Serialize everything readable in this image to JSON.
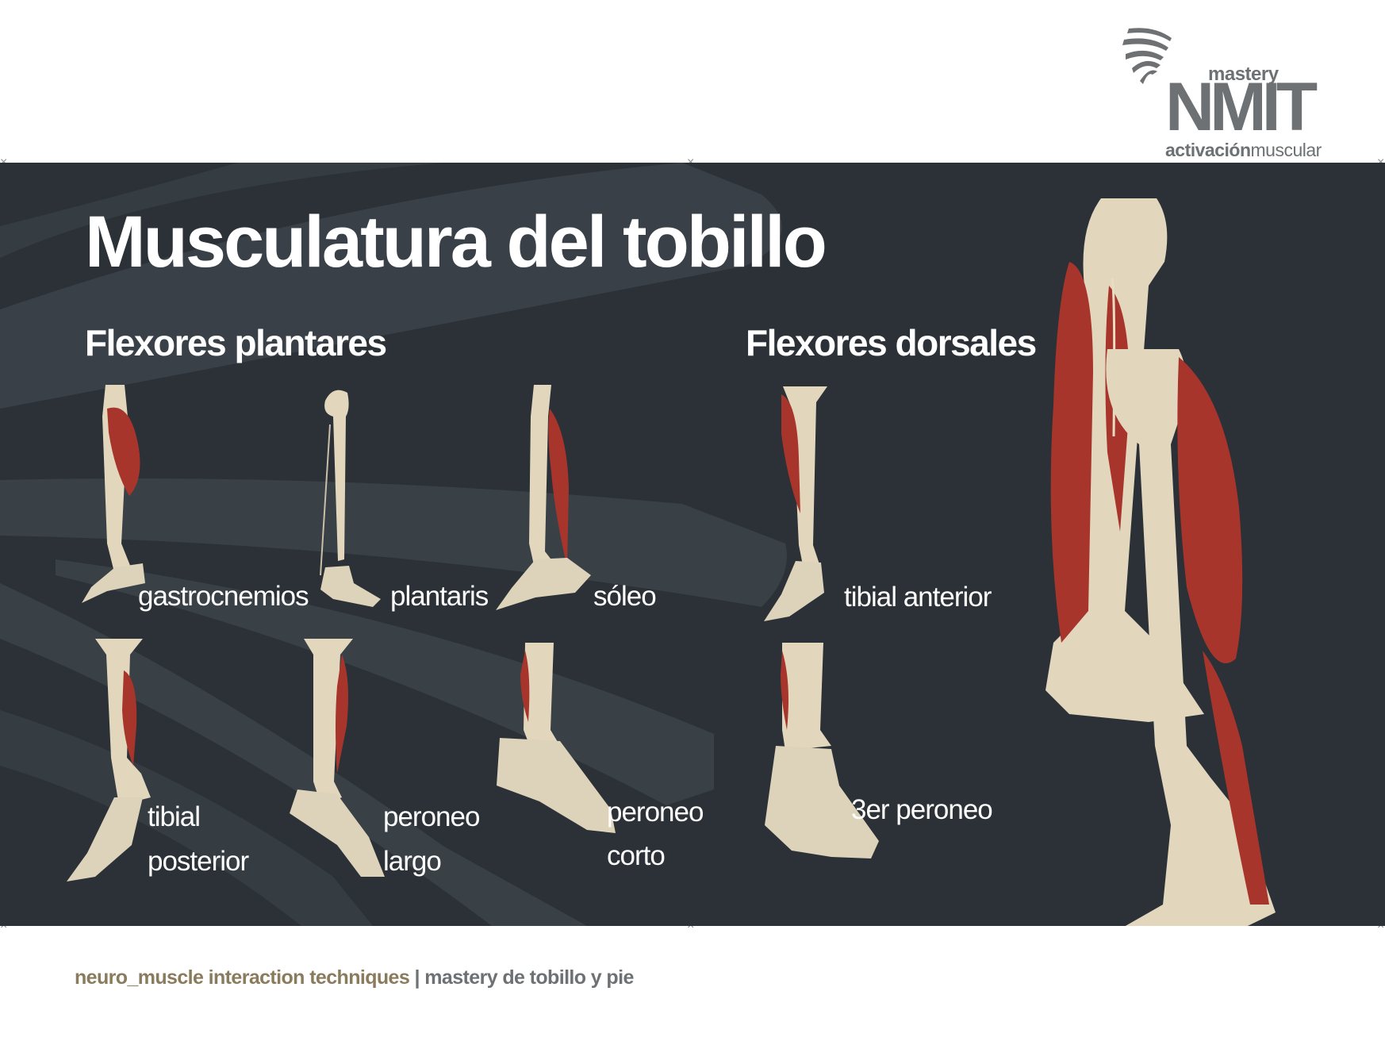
{
  "logo": {
    "mastery": "mastery",
    "brand": "NMIT",
    "sub_bold": "activación",
    "sub_light": "muscular"
  },
  "slide": {
    "title": "Musculatura del tobillo",
    "plantar_heading": "Flexores plantares",
    "dorsal_heading": "Flexores dorsales",
    "labels": {
      "gastrocnemios": "gastrocnemios",
      "plantaris": "plantaris",
      "soleo": "sóleo",
      "tibial_anterior": "tibial anterior",
      "tibial_posterior_1": "tibial",
      "tibial_posterior_2": "posterior",
      "peroneo_largo_1": "peroneo",
      "peroneo_largo_2": "largo",
      "peroneo_corto_1": "peroneo",
      "peroneo_corto_2": "corto",
      "tercer_peroneo": "3er peroneo"
    }
  },
  "footer": {
    "left": "neuro_muscle interaction techniques",
    "separator": "|",
    "right": "mastery  de tobillo y pie"
  },
  "colors": {
    "panel": "#2b3137",
    "muscle": "#a8352c",
    "bone": "#e6dcc6",
    "logo": "#6d7173",
    "footer_gold": "#8a7b5c"
  }
}
